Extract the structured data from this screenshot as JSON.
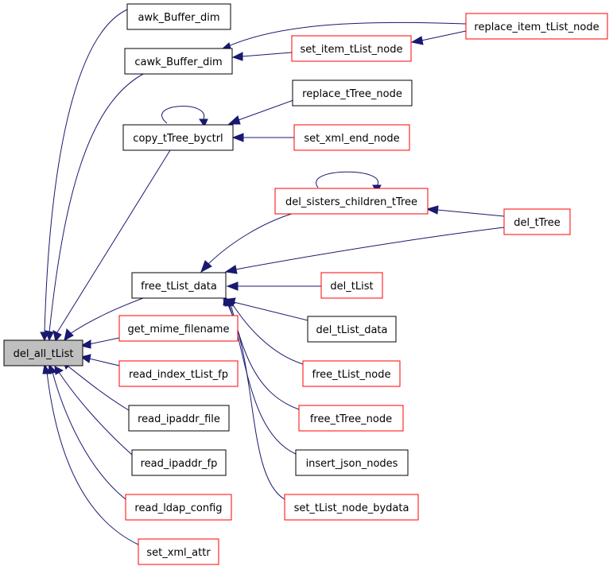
{
  "colors": {
    "edge": "#191970",
    "root_fill": "#bfbfbf",
    "red_border": "#ff0000",
    "black_border": "#000000"
  },
  "nodes": {
    "del_all_tList": "del_all_tList",
    "awk_Buffer_dim": "awk_Buffer_dim",
    "cawk_Buffer_dim": "cawk_Buffer_dim",
    "set_item_tList_node": "set_item_tList_node",
    "replace_item_tList_node": "replace_item_tList_node",
    "copy_tTree_byctrl": "copy_tTree_byctrl",
    "replace_tTree_node": "replace_tTree_node",
    "set_xml_end_node": "set_xml_end_node",
    "del_sisters_children_tTree": "del_sisters_children_tTree",
    "del_tTree": "del_tTree",
    "free_tList_data": "free_tList_data",
    "del_tList": "del_tList",
    "del_tList_data": "del_tList_data",
    "free_tList_node": "free_tList_node",
    "free_tTree_node": "free_tTree_node",
    "insert_json_nodes": "insert_json_nodes",
    "set_tList_node_bydata": "set_tList_node_bydata",
    "get_mime_filename": "get_mime_filename",
    "read_index_tList_fp": "read_index_tList_fp",
    "read_ipaddr_file": "read_ipaddr_file",
    "read_ipaddr_fp": "read_ipaddr_fp",
    "read_ldap_config": "read_ldap_config",
    "set_xml_attr": "set_xml_attr"
  }
}
